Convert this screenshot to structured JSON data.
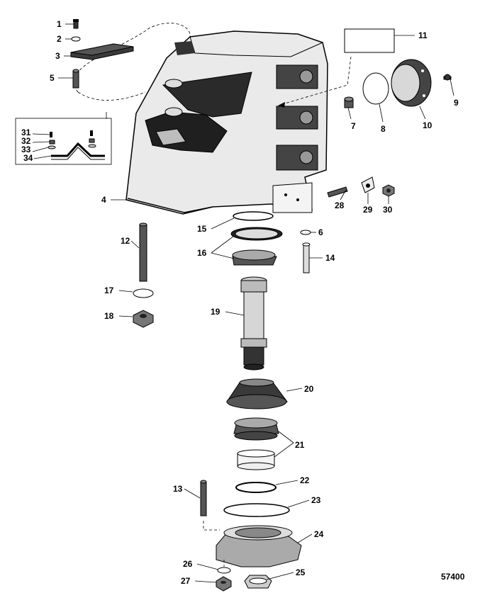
{
  "labels": {
    "p1": "1",
    "p2": "2",
    "p3": "3",
    "p4": "4",
    "p5": "5",
    "p6": "6",
    "p7": "7",
    "p8": "8",
    "p9": "9",
    "p10": "10",
    "p11": "11",
    "p12": "12",
    "p13": "13",
    "p14": "14",
    "p15": "15",
    "p16": "16",
    "p17": "17",
    "p18": "18",
    "p19": "19",
    "p20": "20",
    "p21": "21",
    "p22": "22",
    "p23": "23",
    "p24": "24",
    "p25": "25",
    "p26": "26",
    "p27": "27",
    "p28": "28",
    "p29": "29",
    "p30": "30",
    "p31": "31",
    "p32": "32",
    "p33": "33",
    "p34": "34"
  },
  "figure_number": "57400"
}
